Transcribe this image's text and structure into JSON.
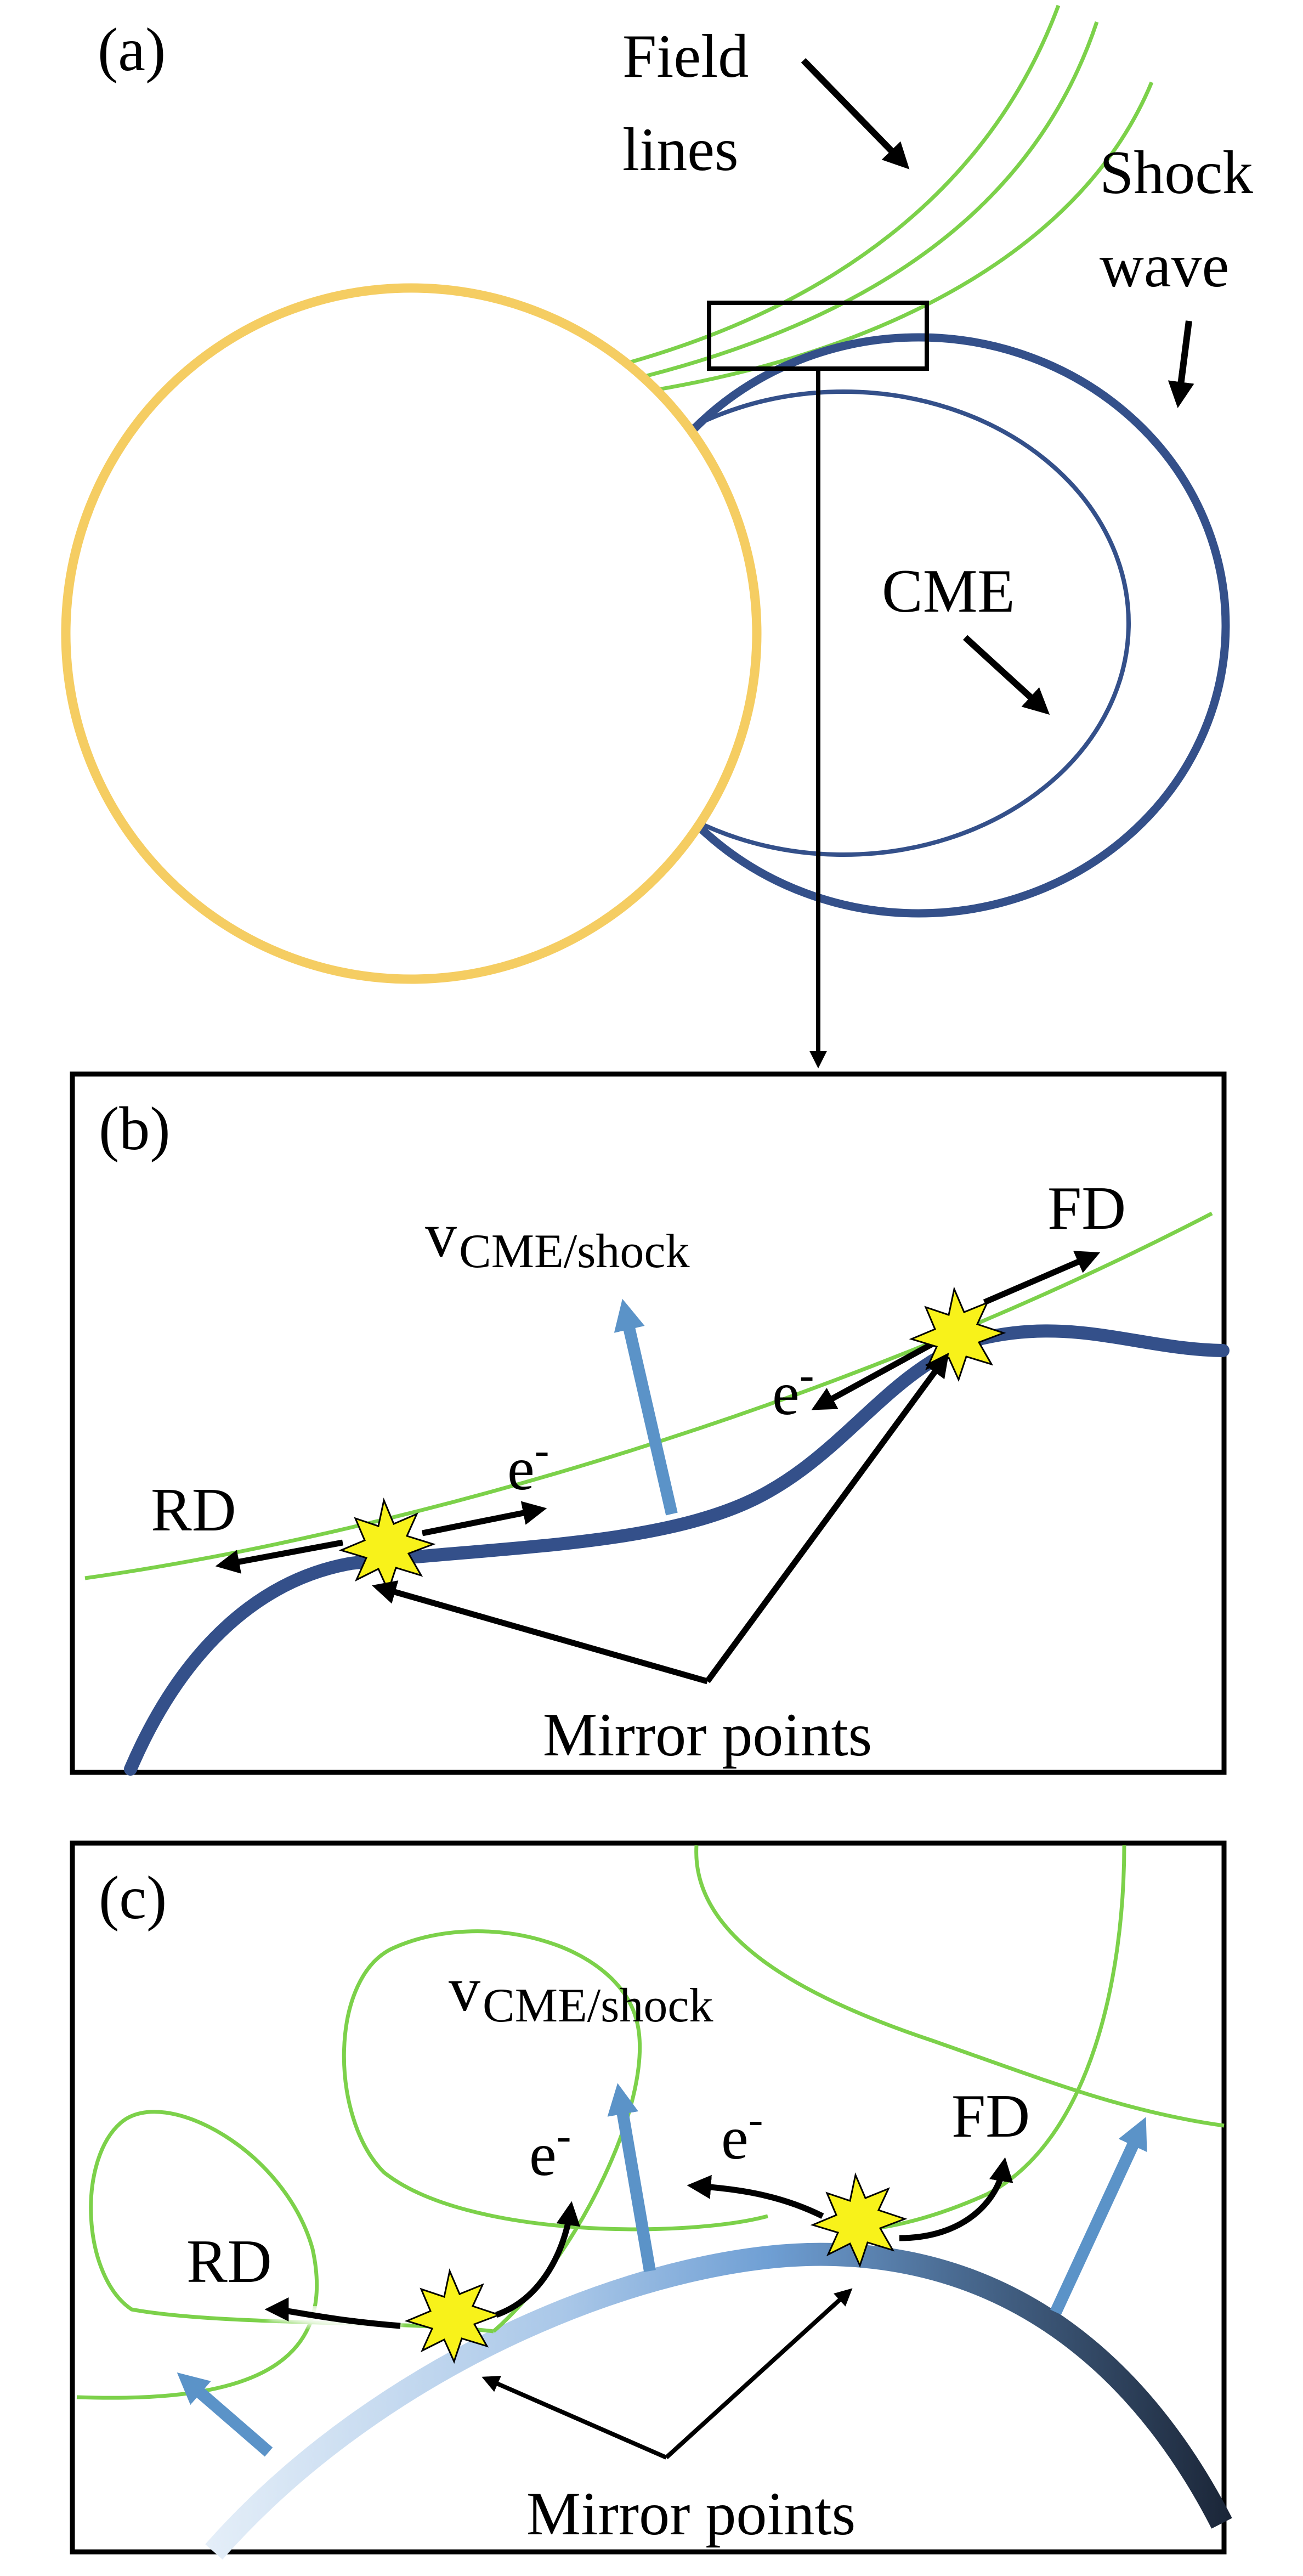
{
  "panel_a": {
    "tag": "(a)",
    "field_lines_label": [
      "Field",
      "lines"
    ],
    "shock_label": [
      "Shock",
      "wave"
    ],
    "cme_label": "CME"
  },
  "panel_b": {
    "tag": "(b)",
    "velocity_main": "v",
    "velocity_sub": "CME/shock",
    "electron_left": "e",
    "electron_right": "e",
    "electron_sup": "-",
    "fd_label": "FD",
    "rd_label": "RD",
    "mirror_label": "Mirror points"
  },
  "panel_c": {
    "tag": "(c)",
    "velocity_main": "v",
    "velocity_sub": "CME/shock",
    "electron_left": "e",
    "electron_right": "e",
    "electron_sup": "-",
    "fd_label": "FD",
    "rd_label": "RD",
    "mirror_label": "Mirror points"
  },
  "colors": {
    "sun": "#F5CD62",
    "shock": "#34508A",
    "field_line": "#7CD14A",
    "velocity_arrow": "#5B93C8",
    "burst": "#F8F21A"
  }
}
